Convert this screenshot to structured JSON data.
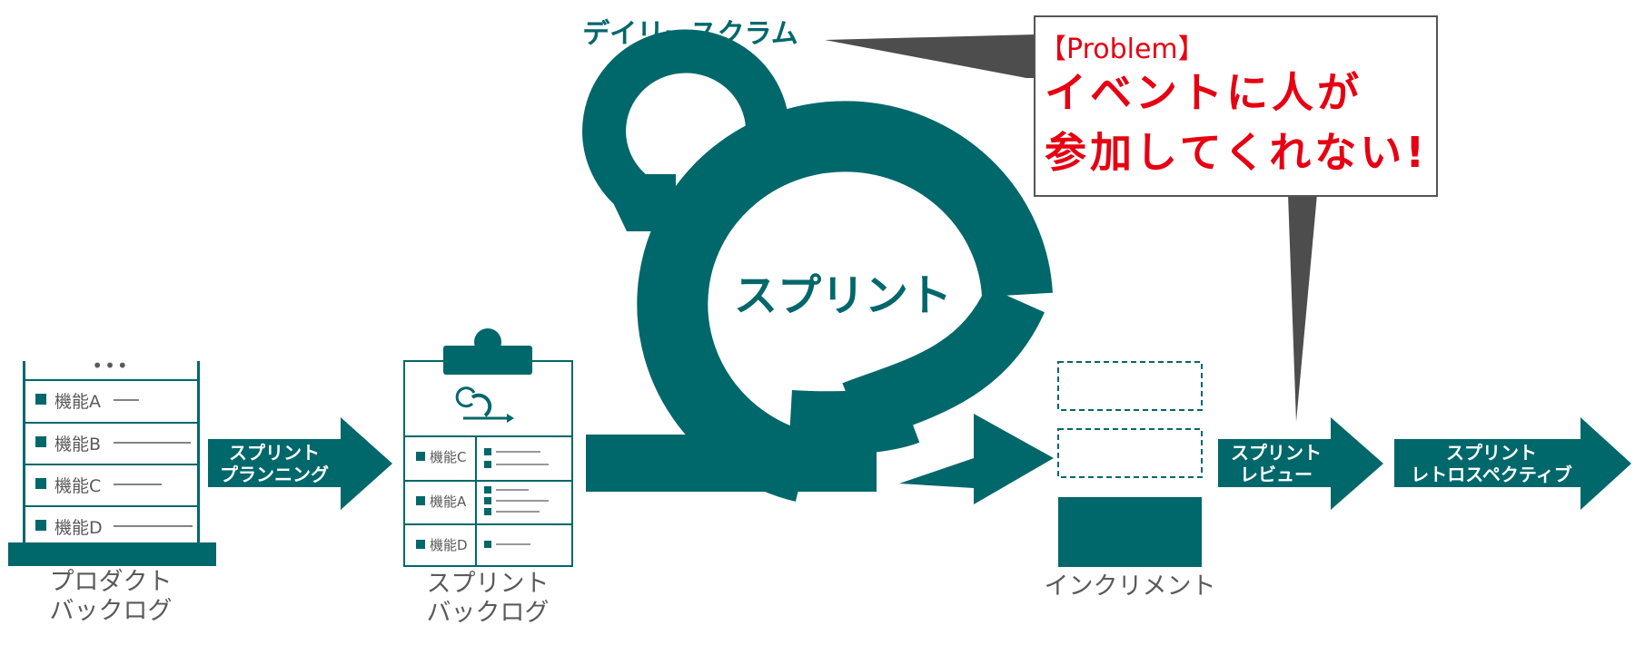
{
  "colors": {
    "teal": "#00676b",
    "gray_text": "#5a5a5a",
    "red": "#e60012",
    "callout_border": "#555555",
    "callout_pointer": "#4d4d4d"
  },
  "daily_scrum": "デイリースクラム",
  "sprint": "スプリント",
  "callout": {
    "tag": "【Problem】",
    "line1": "イベントに人が",
    "line2": "参加してくれない!"
  },
  "product_backlog": {
    "ellipsis": "•••",
    "items": [
      "機能A",
      "機能B",
      "機能C",
      "機能D"
    ],
    "caption_line1": "プロダクト",
    "caption_line2": "バックログ"
  },
  "sprint_planning": {
    "line1": "スプリント",
    "line2": "プランニング"
  },
  "sprint_backlog": {
    "items": [
      "機能C",
      "機能A",
      "機能D"
    ],
    "caption_line1": "スプリント",
    "caption_line2": "バックログ"
  },
  "increment": {
    "caption": "インクリメント"
  },
  "sprint_review": {
    "line1": "スプリント",
    "line2": "レビュー"
  },
  "sprint_retro": {
    "line1": "スプリント",
    "line2": "レトロスペクティブ"
  }
}
